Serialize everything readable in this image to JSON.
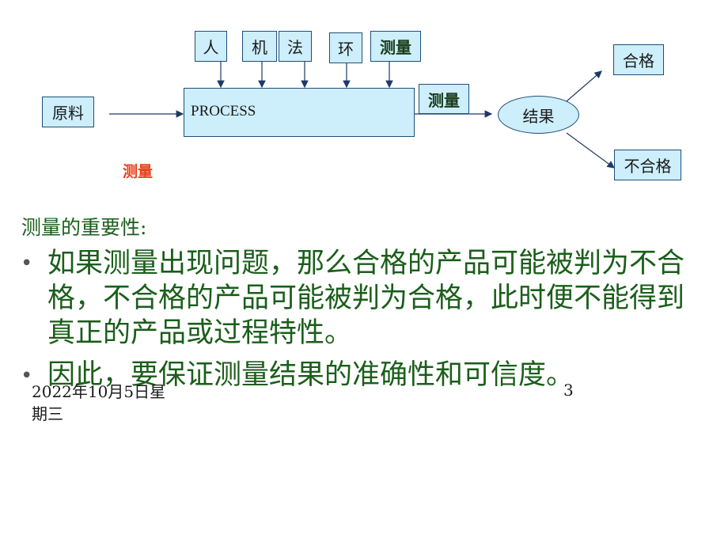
{
  "diagram": {
    "inputs": [
      "人",
      "机",
      "法",
      "环",
      "测量"
    ],
    "raw_material": "原料",
    "process": "PROCESS",
    "measure_out": "测量",
    "result": "结果",
    "pass": "合格",
    "fail": "不合格",
    "measure_note": "测量"
  },
  "content": {
    "heading": "测量的重要性:",
    "bullet_char": "•",
    "bullet1": "如果测量出现问题，那么合格的产品可能被判为不合格，不合格的产品可能被判为合格，此时便不能得到真正的产品或过程特性。",
    "bullet2": "因此，要保证测量结果的准确性和可信度。"
  },
  "footer": {
    "date": "2022年10月5日星期三",
    "page": "3"
  }
}
